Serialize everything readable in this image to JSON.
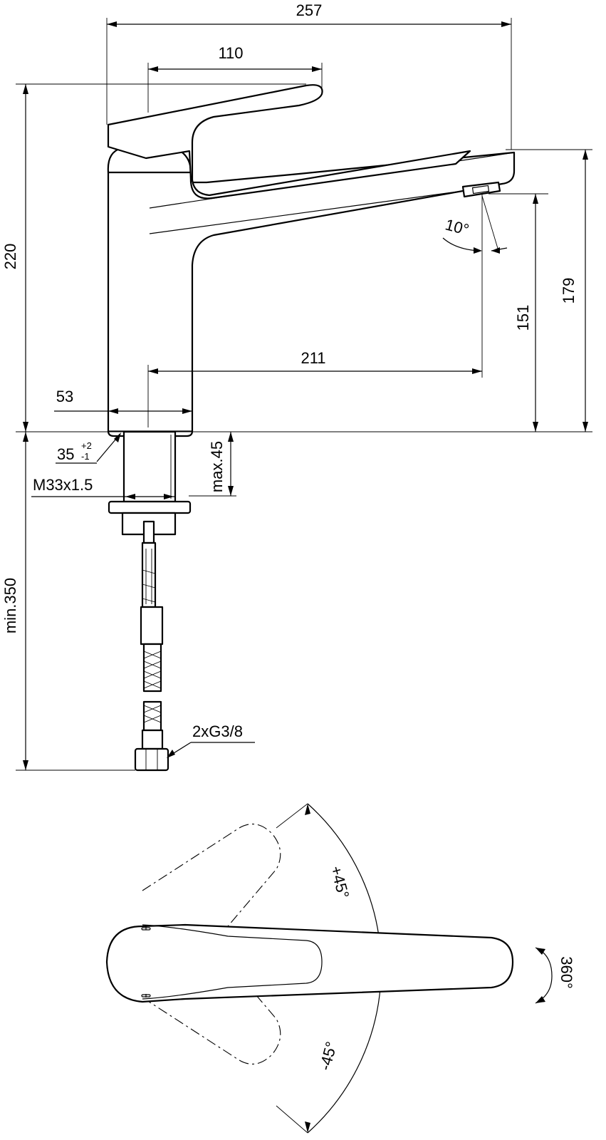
{
  "drawing": {
    "dimensions": {
      "overall_length": "257",
      "lever_length": "110",
      "overall_height": "220",
      "outlet_height": "179",
      "spout_clearance": "151",
      "spout_reach": "211",
      "body_diameter": "53",
      "hole_diameter": "35",
      "hole_tol_plus": "+2",
      "hole_tol_minus": "-1",
      "thread": "M33x1.5",
      "max_thickness": "max.45",
      "hose_length": "min.350",
      "connection": "2xG3/8",
      "spray_angle": "10°",
      "swivel_plus": "+45°",
      "swivel_minus": "-45°",
      "rotation": "360°"
    }
  }
}
